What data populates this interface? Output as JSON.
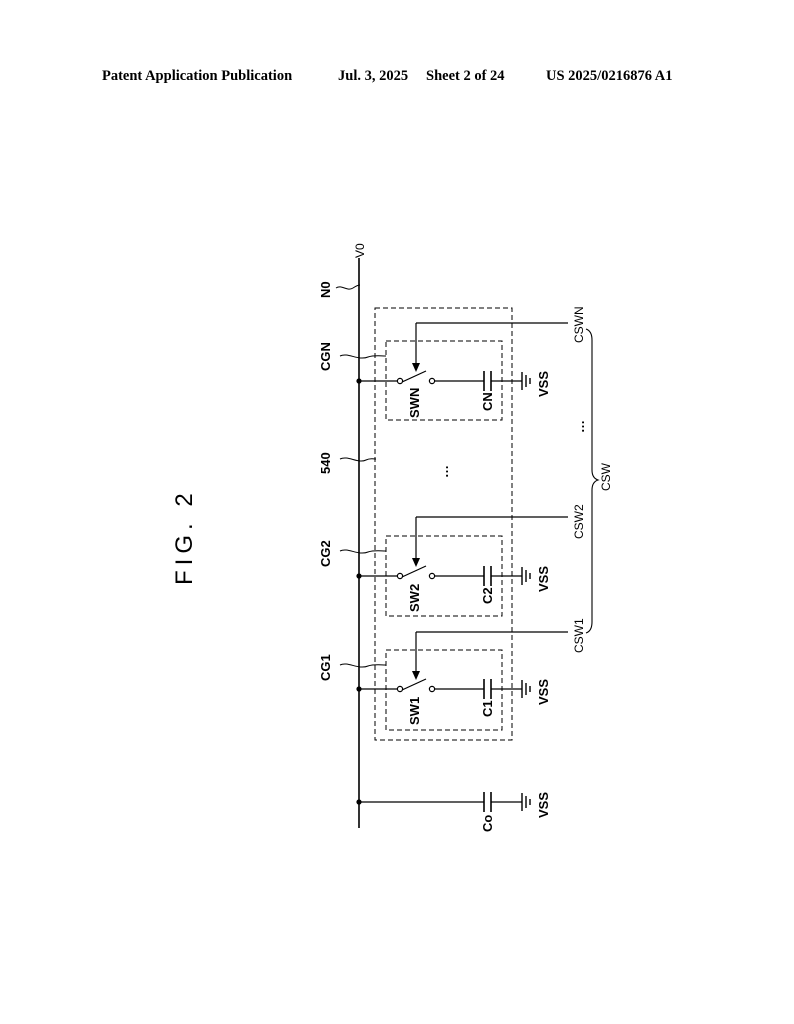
{
  "header": {
    "publication": "Patent Application Publication",
    "date": "Jul. 3, 2025",
    "sheet": "Sheet 2 of 24",
    "number": "US 2025/0216876 A1"
  },
  "figure": {
    "title": "FIG. 2",
    "labels": {
      "v0": "V0",
      "n0": "N0",
      "cgn": "CGN",
      "cg2": "CG2",
      "cg1": "CG1",
      "block": "540",
      "swn": "SWN",
      "sw2": "SW2",
      "sw1": "SW1",
      "cn": "CN",
      "c2": "C2",
      "c1": "C1",
      "co": "Co",
      "vss": "VSS",
      "cswn": "CSWN",
      "csw2": "CSW2",
      "csw1": "CSW1",
      "csw": "CSW",
      "ellipsis": "…"
    }
  }
}
